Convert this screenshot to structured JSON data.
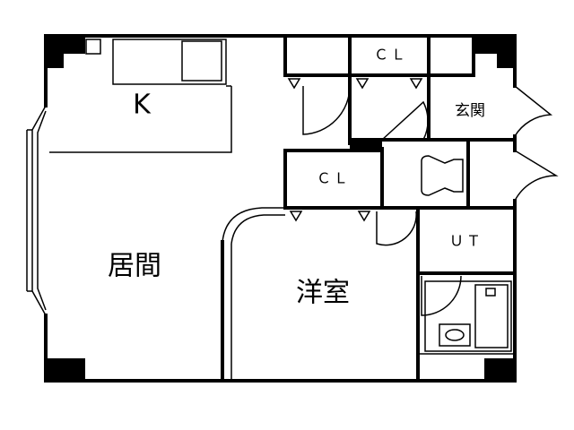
{
  "labels": {
    "kitchen": "K",
    "closet_top": "ＣＬ",
    "entrance": "玄関",
    "closet_mid": "ＣＬ",
    "living": "居間",
    "utility": "ＵＴ",
    "western_room": "洋室"
  },
  "colors": {
    "ink": "#000000",
    "paper": "#ffffff"
  }
}
